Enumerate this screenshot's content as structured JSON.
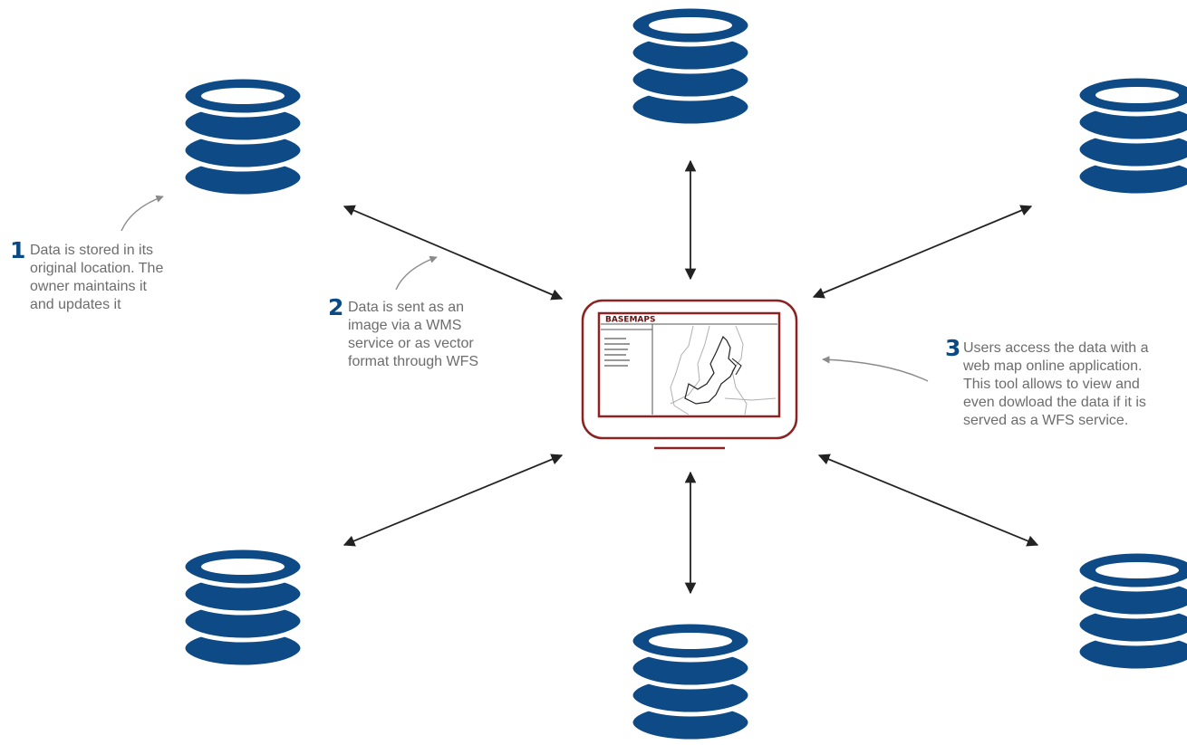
{
  "colors": {
    "database": "#0d4a86",
    "monitor": "#8b2323",
    "arrow": "#222222",
    "annotation_arrow": "#8a8a8a",
    "note_text": "#6d6d6d",
    "step_number": "#0c4a86"
  },
  "icons": {
    "database": "database-icon",
    "monitor": "monitor-icon"
  },
  "monitor": {
    "title": "BASEMAPS"
  },
  "notes": [
    {
      "number": "1",
      "lines": [
        "Data is stored in its",
        "original location. The",
        "owner maintains it",
        "and updates it"
      ]
    },
    {
      "number": "2",
      "lines": [
        "Data is sent as an",
        "image via a WMS",
        "service or as vector",
        "format through WFS"
      ]
    },
    {
      "number": "3",
      "lines": [
        "Users access the data with a",
        "web map online application.",
        "This tool allows to view and",
        "even dowload the data if it is",
        "served as a WFS service."
      ]
    }
  ]
}
